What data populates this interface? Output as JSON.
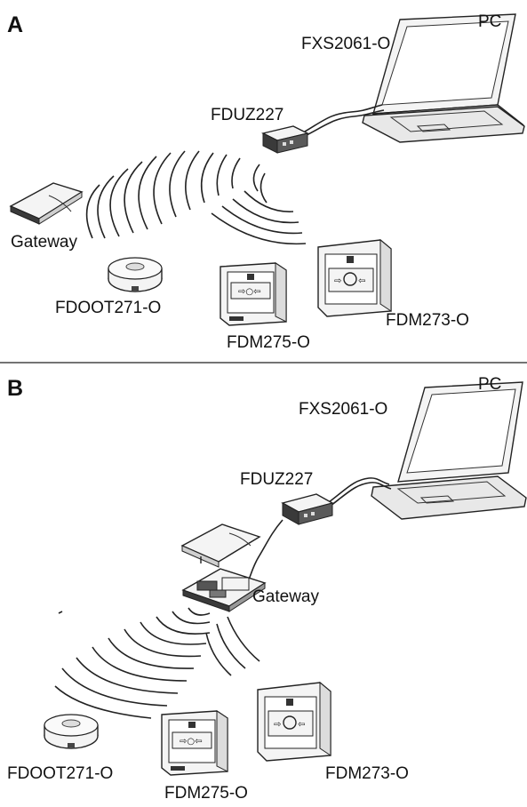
{
  "panel_a": {
    "letter": "A",
    "pc": "PC",
    "software": "FXS2061-O",
    "interface": "FDUZ227",
    "gateway": "Gateway",
    "detector": "FDOOT271-O",
    "callpoint_front": "FDM275-O",
    "callpoint_back": "FDM273-O"
  },
  "panel_b": {
    "letter": "B",
    "pc": "PC",
    "software": "FXS2061-O",
    "interface": "FDUZ227",
    "gateway": "Gateway",
    "detector": "FDOOT271-O",
    "callpoint_front": "FDM275-O",
    "callpoint_back": "FDM273-O"
  }
}
